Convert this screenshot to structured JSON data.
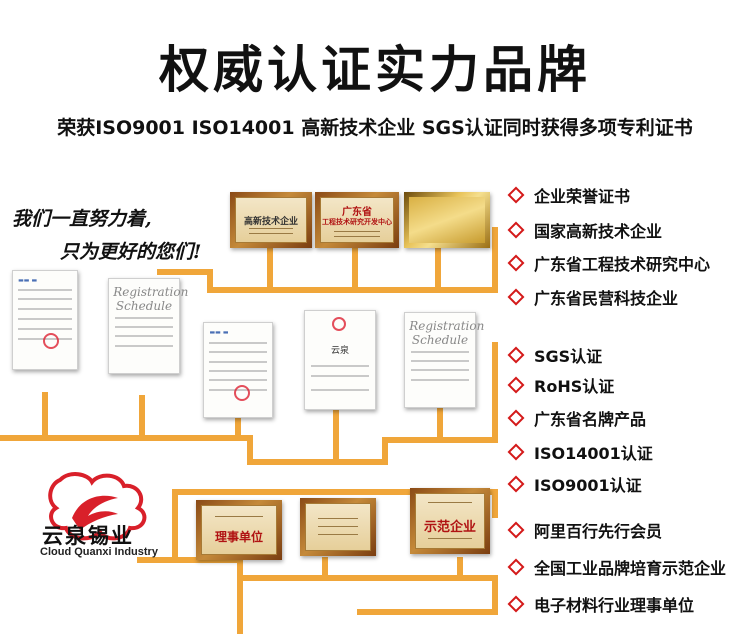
{
  "header": {
    "title": "权威认证实力品牌",
    "subtitle": "荣获ISO9001 ISO14001 高新技术企业 SGS认证同时获得多项专利证书"
  },
  "slogan": {
    "line1": "我们一直努力着,",
    "line2": "只为更好的您们!"
  },
  "certificates": {
    "plaque_high_tech": "高新技术企业",
    "plaque_guangdong": "广东省",
    "plaque_guangdong_sub": "工程技术研究开发中心",
    "doc_registration": "Registration Schedule",
    "doc_yunquan": "云泉",
    "plaque_council": "理事单位",
    "plaque_demo": "示范企业"
  },
  "brand": {
    "name_cn": "云泉锡业",
    "name_en": "Cloud Quanxi Industry"
  },
  "honors": {
    "group1": [
      "企业荣誉证书",
      "国家高新技术企业",
      "广东省工程技术研究中心",
      "广东省民营科技企业"
    ],
    "group2": [
      "SGS认证",
      "RoHS认证",
      "广东省名牌产品",
      "ISO14001认证",
      "ISO9001认证"
    ],
    "group3": [
      "阿里百行先行会员",
      "全国工业品牌培育示范企业",
      "电子材料行业理事单位"
    ]
  },
  "colors": {
    "accent_line": "#f0a63a",
    "diamond": "#d41a1a",
    "logo_red": "#d9202a"
  }
}
